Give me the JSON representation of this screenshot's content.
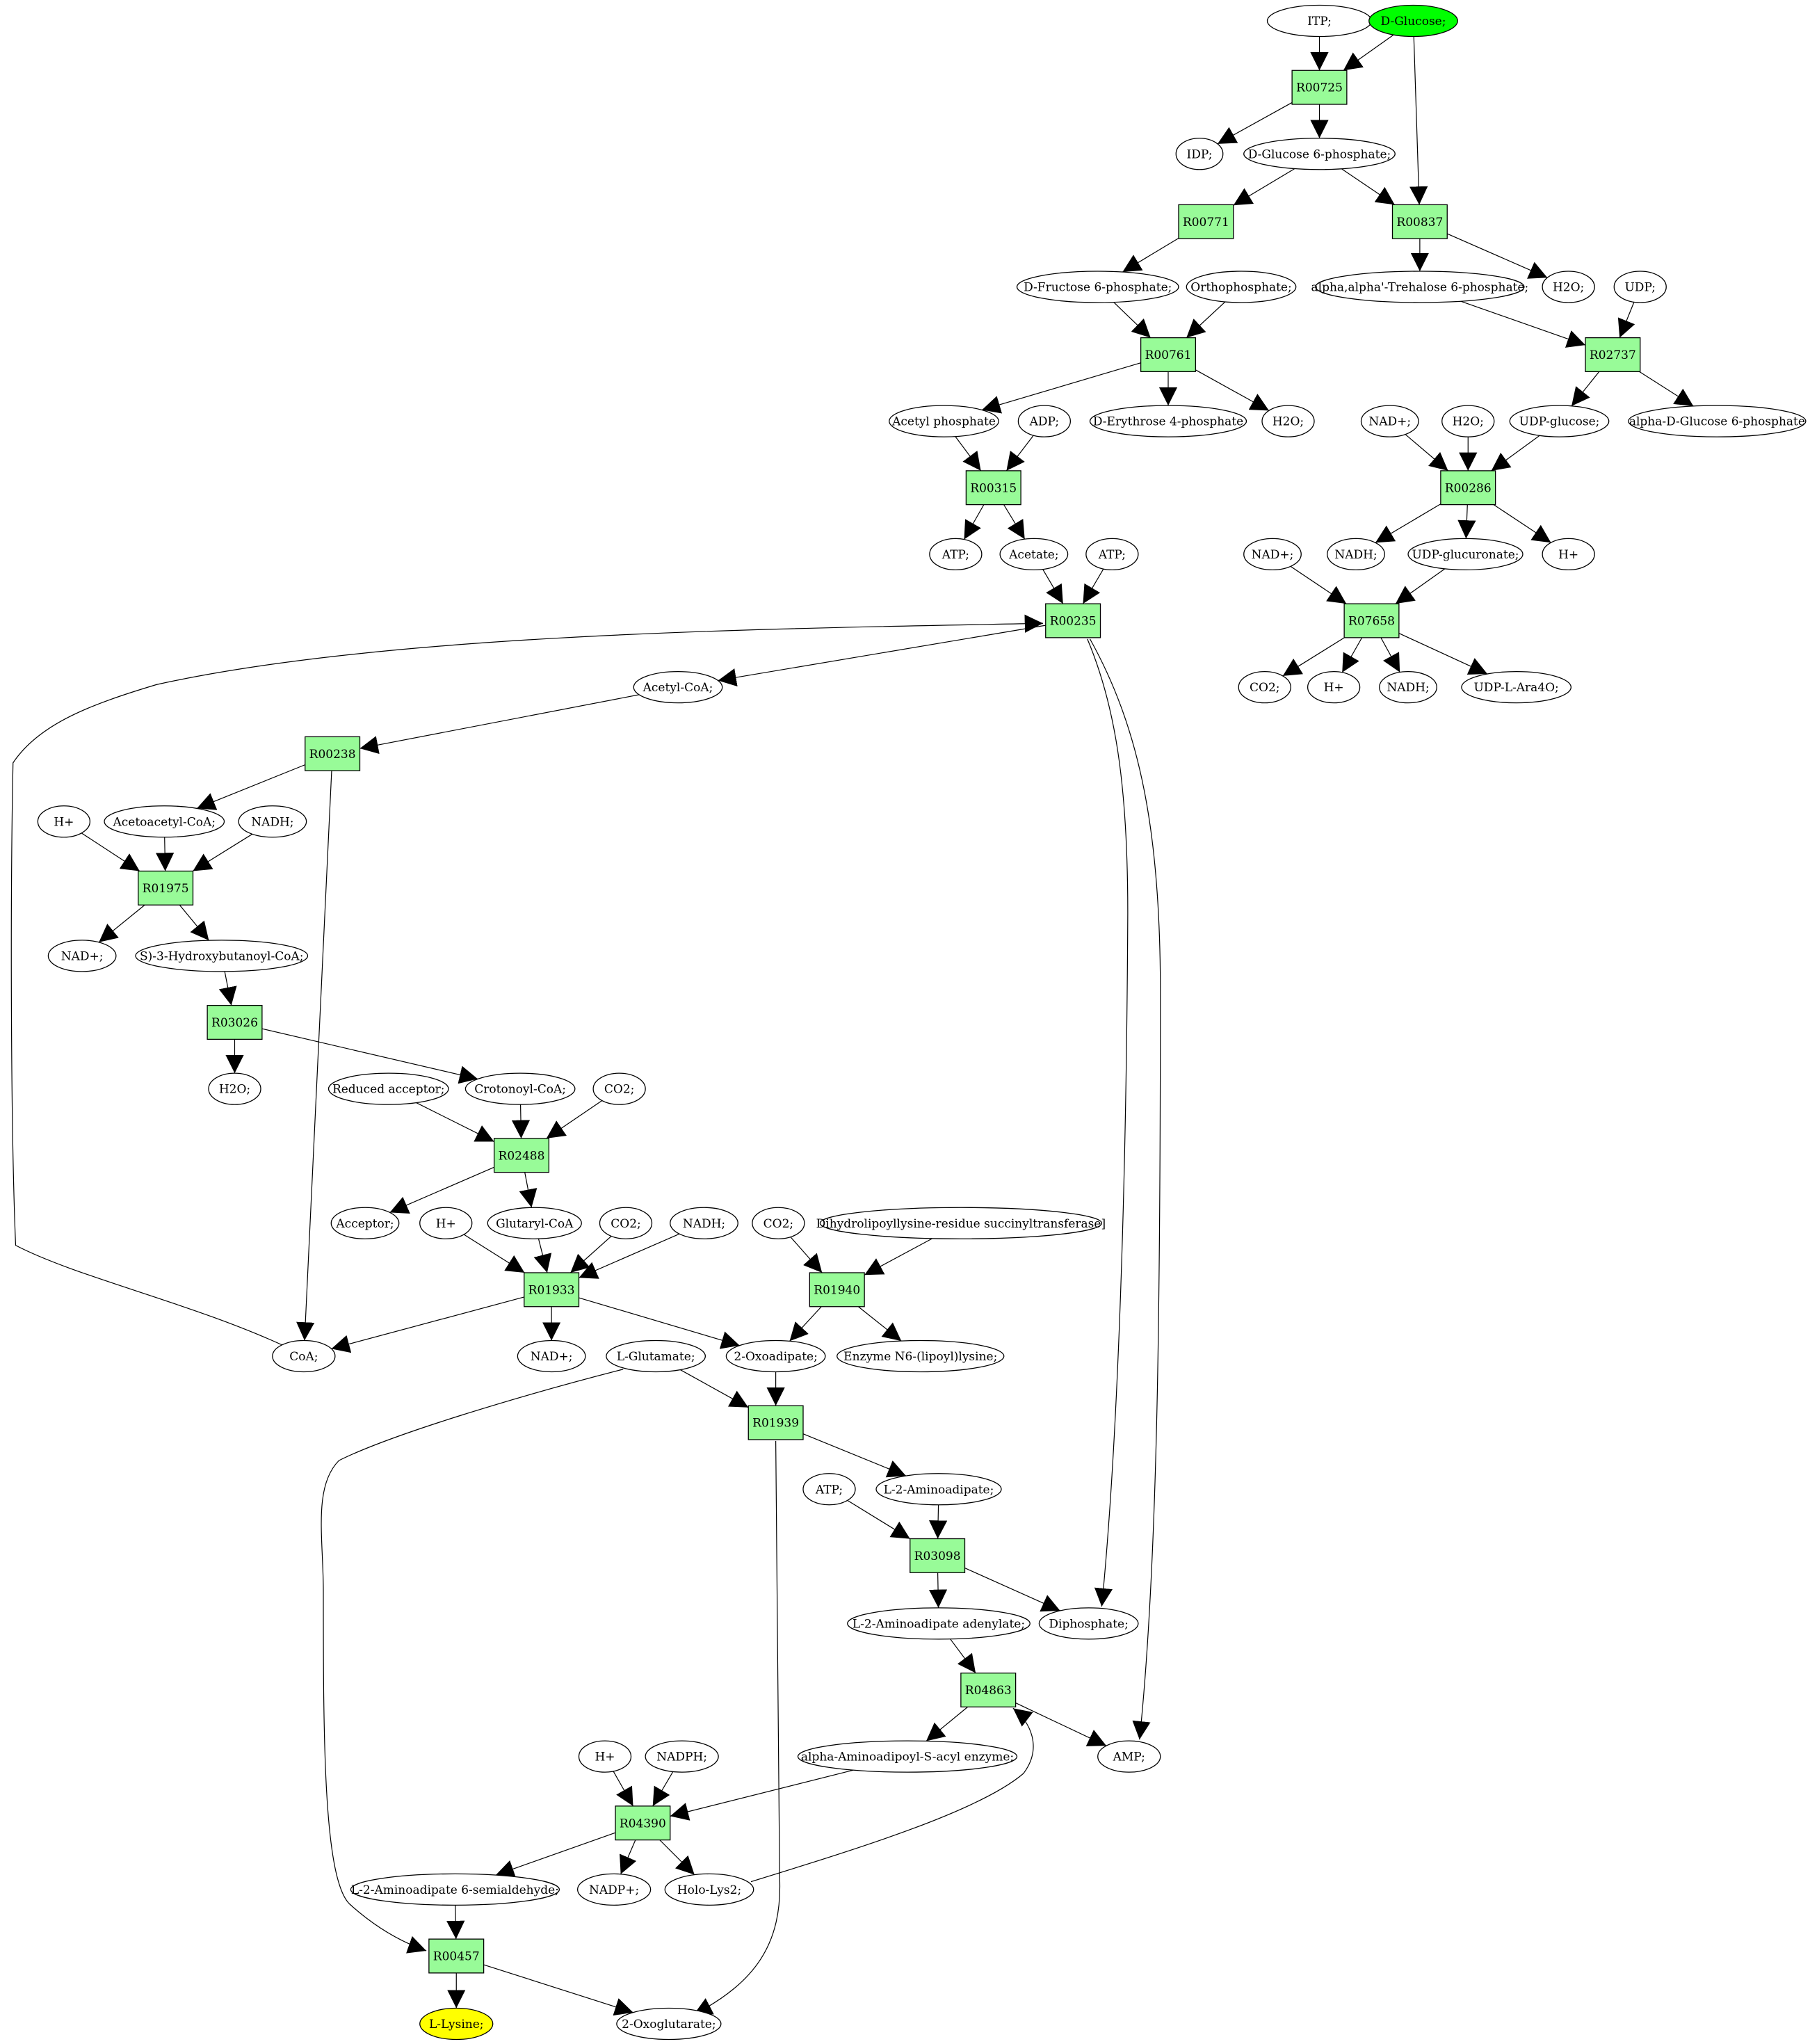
{
  "colors": {
    "reaction_fill": "#98fb98",
    "metabolite_fill": "#ffffff",
    "source_fill": "#00ff00",
    "target_fill": "#ffff00",
    "stroke": "#000000"
  },
  "metabolites": [
    {
      "id": "m_itp",
      "label": "ITP;"
    },
    {
      "id": "m_dglc",
      "label": "D-Glucose;",
      "highlight": "source"
    },
    {
      "id": "m_idp",
      "label": "IDP;"
    },
    {
      "id": "m_g6p",
      "label": "D-Glucose 6-phosphate;"
    },
    {
      "id": "m_f6p",
      "label": "D-Fructose 6-phosphate;"
    },
    {
      "id": "m_pi",
      "label": "Orthophosphate;"
    },
    {
      "id": "m_t6p",
      "label": "alpha,alpha'-Trehalose 6-phosphate;"
    },
    {
      "id": "m_h2o_a",
      "label": "H2O;"
    },
    {
      "id": "m_udp",
      "label": "UDP;"
    },
    {
      "id": "m_acp",
      "label": "Acetyl phosphate"
    },
    {
      "id": "m_adp",
      "label": "ADP;"
    },
    {
      "id": "m_e4p",
      "label": "D-Erythrose 4-phosphate"
    },
    {
      "id": "m_h2o_b",
      "label": "H2O;"
    },
    {
      "id": "m_nadp_a",
      "label": "NAD+;"
    },
    {
      "id": "m_h2o_c",
      "label": "H2O;"
    },
    {
      "id": "m_udpg",
      "label": "UDP-glucose;"
    },
    {
      "id": "m_ag6p",
      "label": "alpha-D-Glucose 6-phosphate"
    },
    {
      "id": "m_atp_a",
      "label": "ATP;"
    },
    {
      "id": "m_acetate",
      "label": "Acetate;"
    },
    {
      "id": "m_atp_b",
      "label": "ATP;"
    },
    {
      "id": "m_nadp_b",
      "label": "NAD+;"
    },
    {
      "id": "m_nadh_a",
      "label": "NADH;"
    },
    {
      "id": "m_udpgluc",
      "label": "UDP-glucuronate;"
    },
    {
      "id": "m_h_a",
      "label": "H+"
    },
    {
      "id": "m_acoa",
      "label": "Acetyl-CoA;"
    },
    {
      "id": "m_co2_a",
      "label": "CO2;"
    },
    {
      "id": "m_h_b",
      "label": "H+"
    },
    {
      "id": "m_nadh_b",
      "label": "NADH;"
    },
    {
      "id": "m_udpara",
      "label": "UDP-L-Ara4O;"
    },
    {
      "id": "m_h_c",
      "label": "H+"
    },
    {
      "id": "m_aacoa",
      "label": "Acetoacetyl-CoA;"
    },
    {
      "id": "m_nadh_c",
      "label": "NADH;"
    },
    {
      "id": "m_nadp_c",
      "label": "NAD+;"
    },
    {
      "id": "m_s3hb",
      "label": "S)-3-Hydroxybutanoyl-CoA;"
    },
    {
      "id": "m_h2o_d",
      "label": "H2O;"
    },
    {
      "id": "m_redacc",
      "label": "Reduced acceptor;"
    },
    {
      "id": "m_crot",
      "label": "Crotonoyl-CoA;"
    },
    {
      "id": "m_co2_b",
      "label": "CO2;"
    },
    {
      "id": "m_acc",
      "label": "Acceptor;"
    },
    {
      "id": "m_h_d",
      "label": "H+"
    },
    {
      "id": "m_glut",
      "label": "Glutaryl-CoA"
    },
    {
      "id": "m_co2_c",
      "label": "CO2;"
    },
    {
      "id": "m_nadh_d",
      "label": "NADH;"
    },
    {
      "id": "m_co2_d",
      "label": "CO2;"
    },
    {
      "id": "m_dihydro",
      "label": "Dihydrolipoyllysine-residue succinyltransferase]"
    },
    {
      "id": "m_coa",
      "label": "CoA;"
    },
    {
      "id": "m_nadp_d",
      "label": "NAD+;"
    },
    {
      "id": "m_lglu",
      "label": "L-Glutamate;"
    },
    {
      "id": "m_2oxoad",
      "label": "2-Oxoadipate;"
    },
    {
      "id": "m_enz",
      "label": "Enzyme N6-(lipoyl)lysine;"
    },
    {
      "id": "m_atp_c",
      "label": "ATP;"
    },
    {
      "id": "m_l2aa",
      "label": "L-2-Aminoadipate;"
    },
    {
      "id": "m_l2aaad",
      "label": "L-2-Aminoadipate adenylate;"
    },
    {
      "id": "m_ppi",
      "label": "Diphosphate;"
    },
    {
      "id": "m_h_e",
      "label": "H+"
    },
    {
      "id": "m_nadph",
      "label": "NADPH;"
    },
    {
      "id": "m_aaenz",
      "label": "alpha-Aminoadipoyl-S-acyl enzyme;"
    },
    {
      "id": "m_amp",
      "label": "AMP;"
    },
    {
      "id": "m_l2asa",
      "label": "L-2-Aminoadipate 6-semialdehyde;"
    },
    {
      "id": "m_nadpplus",
      "label": "NADP+;"
    },
    {
      "id": "m_holo",
      "label": "Holo-Lys2;"
    },
    {
      "id": "m_lys",
      "label": "L-Lysine;",
      "highlight": "target"
    },
    {
      "id": "m_2oxoglu",
      "label": "2-Oxoglutarate;"
    }
  ],
  "reactions": [
    {
      "id": "R00725",
      "label": "R00725"
    },
    {
      "id": "R00771",
      "label": "R00771"
    },
    {
      "id": "R00837",
      "label": "R00837"
    },
    {
      "id": "R00761",
      "label": "R00761"
    },
    {
      "id": "R02737",
      "label": "R02737"
    },
    {
      "id": "R00315",
      "label": "R00315"
    },
    {
      "id": "R00286",
      "label": "R00286"
    },
    {
      "id": "R00235",
      "label": "R00235"
    },
    {
      "id": "R07658",
      "label": "R07658"
    },
    {
      "id": "R00238",
      "label": "R00238"
    },
    {
      "id": "R01975",
      "label": "R01975"
    },
    {
      "id": "R03026",
      "label": "R03026"
    },
    {
      "id": "R02488",
      "label": "R02488"
    },
    {
      "id": "R01933",
      "label": "R01933"
    },
    {
      "id": "R01940",
      "label": "R01940"
    },
    {
      "id": "R01939",
      "label": "R01939"
    },
    {
      "id": "R03098",
      "label": "R03098"
    },
    {
      "id": "R04863",
      "label": "R04863"
    },
    {
      "id": "R04390",
      "label": "R04390"
    },
    {
      "id": "R00457",
      "label": "R00457"
    }
  ],
  "edges": [
    [
      "m_itp",
      "R00725"
    ],
    [
      "m_dglc",
      "R00725"
    ],
    [
      "R00725",
      "m_idp"
    ],
    [
      "R00725",
      "m_g6p"
    ],
    [
      "m_g6p",
      "R00771"
    ],
    [
      "m_g6p",
      "R00837"
    ],
    [
      "m_dglc",
      "R00837"
    ],
    [
      "R00771",
      "m_f6p"
    ],
    [
      "R00837",
      "m_t6p"
    ],
    [
      "R00837",
      "m_h2o_a"
    ],
    [
      "m_f6p",
      "R00761"
    ],
    [
      "m_pi",
      "R00761"
    ],
    [
      "R00761",
      "m_acp"
    ],
    [
      "R00761",
      "m_e4p"
    ],
    [
      "R00761",
      "m_h2o_b"
    ],
    [
      "m_t6p",
      "R02737"
    ],
    [
      "m_udp",
      "R02737"
    ],
    [
      "R02737",
      "m_udpg"
    ],
    [
      "R02737",
      "m_ag6p"
    ],
    [
      "m_acp",
      "R00315"
    ],
    [
      "m_adp",
      "R00315"
    ],
    [
      "R00315",
      "m_atp_a"
    ],
    [
      "R00315",
      "m_acetate"
    ],
    [
      "m_nadp_a",
      "R00286"
    ],
    [
      "m_h2o_c",
      "R00286"
    ],
    [
      "m_udpg",
      "R00286"
    ],
    [
      "R00286",
      "m_nadh_a"
    ],
    [
      "R00286",
      "m_udpgluc"
    ],
    [
      "R00286",
      "m_h_a"
    ],
    [
      "m_acetate",
      "R00235"
    ],
    [
      "m_atp_b",
      "R00235"
    ],
    [
      "m_coa",
      "R00235"
    ],
    [
      "R00235",
      "m_acoa"
    ],
    [
      "R00235",
      "m_ppi"
    ],
    [
      "R00235",
      "m_amp"
    ],
    [
      "m_nadp_b",
      "R07658"
    ],
    [
      "m_udpgluc",
      "R07658"
    ],
    [
      "R07658",
      "m_co2_a"
    ],
    [
      "R07658",
      "m_h_b"
    ],
    [
      "R07658",
      "m_nadh_b"
    ],
    [
      "R07658",
      "m_udpara"
    ],
    [
      "m_acoa",
      "R00238"
    ],
    [
      "R00238",
      "m_aacoa"
    ],
    [
      "R00238",
      "m_coa"
    ],
    [
      "m_h_c",
      "R01975"
    ],
    [
      "m_aacoa",
      "R01975"
    ],
    [
      "m_nadh_c",
      "R01975"
    ],
    [
      "R01975",
      "m_nadp_c"
    ],
    [
      "R01975",
      "m_s3hb"
    ],
    [
      "m_s3hb",
      "R03026"
    ],
    [
      "R03026",
      "m_h2o_d"
    ],
    [
      "R03026",
      "m_crot"
    ],
    [
      "m_redacc",
      "R02488"
    ],
    [
      "m_crot",
      "R02488"
    ],
    [
      "m_co2_b",
      "R02488"
    ],
    [
      "R02488",
      "m_acc"
    ],
    [
      "R02488",
      "m_glut"
    ],
    [
      "m_h_d",
      "R01933"
    ],
    [
      "m_glut",
      "R01933"
    ],
    [
      "m_co2_c",
      "R01933"
    ],
    [
      "m_nadh_d",
      "R01933"
    ],
    [
      "R01933",
      "m_coa"
    ],
    [
      "R01933",
      "m_nadp_d"
    ],
    [
      "R01933",
      "m_2oxoad"
    ],
    [
      "m_co2_d",
      "R01940"
    ],
    [
      "m_dihydro",
      "R01940"
    ],
    [
      "R01940",
      "m_2oxoad"
    ],
    [
      "R01940",
      "m_enz"
    ],
    [
      "m_lglu",
      "R01939"
    ],
    [
      "m_2oxoad",
      "R01939"
    ],
    [
      "R01939",
      "m_l2aa"
    ],
    [
      "R01939",
      "m_2oxoglu"
    ],
    [
      "m_atp_c",
      "R03098"
    ],
    [
      "m_l2aa",
      "R03098"
    ],
    [
      "R03098",
      "m_l2aaad"
    ],
    [
      "R03098",
      "m_ppi"
    ],
    [
      "m_l2aaad",
      "R04863"
    ],
    [
      "m_holo",
      "R04863"
    ],
    [
      "R04863",
      "m_aaenz"
    ],
    [
      "R04863",
      "m_amp"
    ],
    [
      "m_h_e",
      "R04390"
    ],
    [
      "m_nadph",
      "R04390"
    ],
    [
      "m_aaenz",
      "R04390"
    ],
    [
      "R04390",
      "m_l2asa"
    ],
    [
      "R04390",
      "m_nadpplus"
    ],
    [
      "R04390",
      "m_holo"
    ],
    [
      "m_l2asa",
      "R00457"
    ],
    [
      "m_lglu",
      "R00457"
    ],
    [
      "R00457",
      "m_lys"
    ],
    [
      "R00457",
      "m_2oxoglu"
    ]
  ]
}
